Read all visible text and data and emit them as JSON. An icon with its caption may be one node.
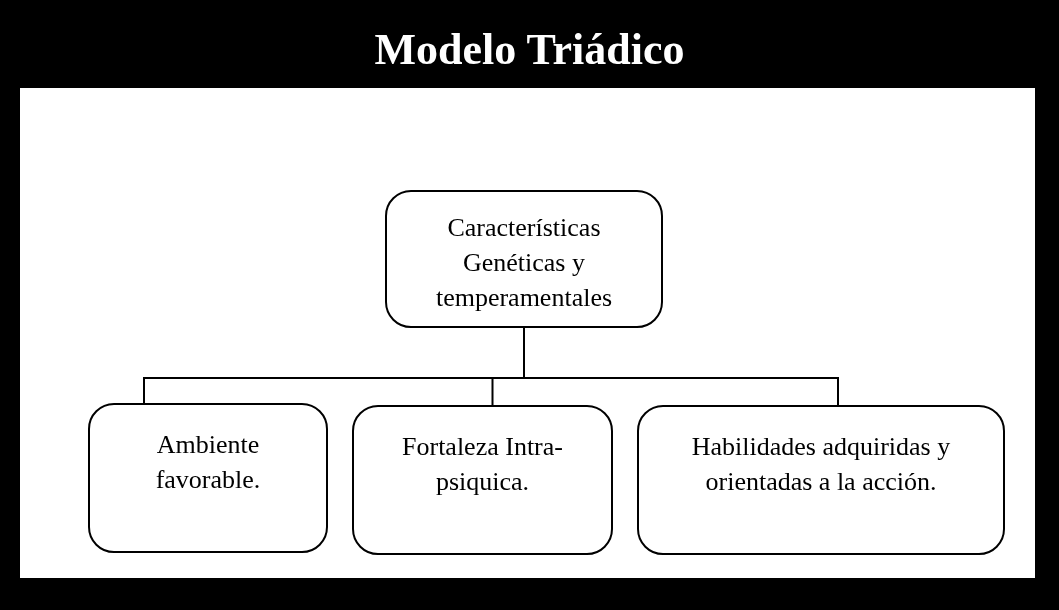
{
  "diagram": {
    "title": "Modelo Triádico",
    "nodes": [
      {
        "text": [
          "Características Genéticas y temperamentales"
        ]
      },
      {
        "text": [
          "Ambiente favorable."
        ]
      },
      {
        "text": [
          "Fortaleza Intra-psiquica."
        ]
      },
      {
        "text": [
          "Habilidades adquiridas y orientadas a la acción."
        ]
      }
    ],
    "edges": [
      {
        "from": 0,
        "to": 1,
        "arrow": "none"
      },
      {
        "from": 0,
        "to": 2,
        "arrow": "none"
      },
      {
        "from": 0,
        "to": 3,
        "arrow": "none"
      }
    ]
  }
}
